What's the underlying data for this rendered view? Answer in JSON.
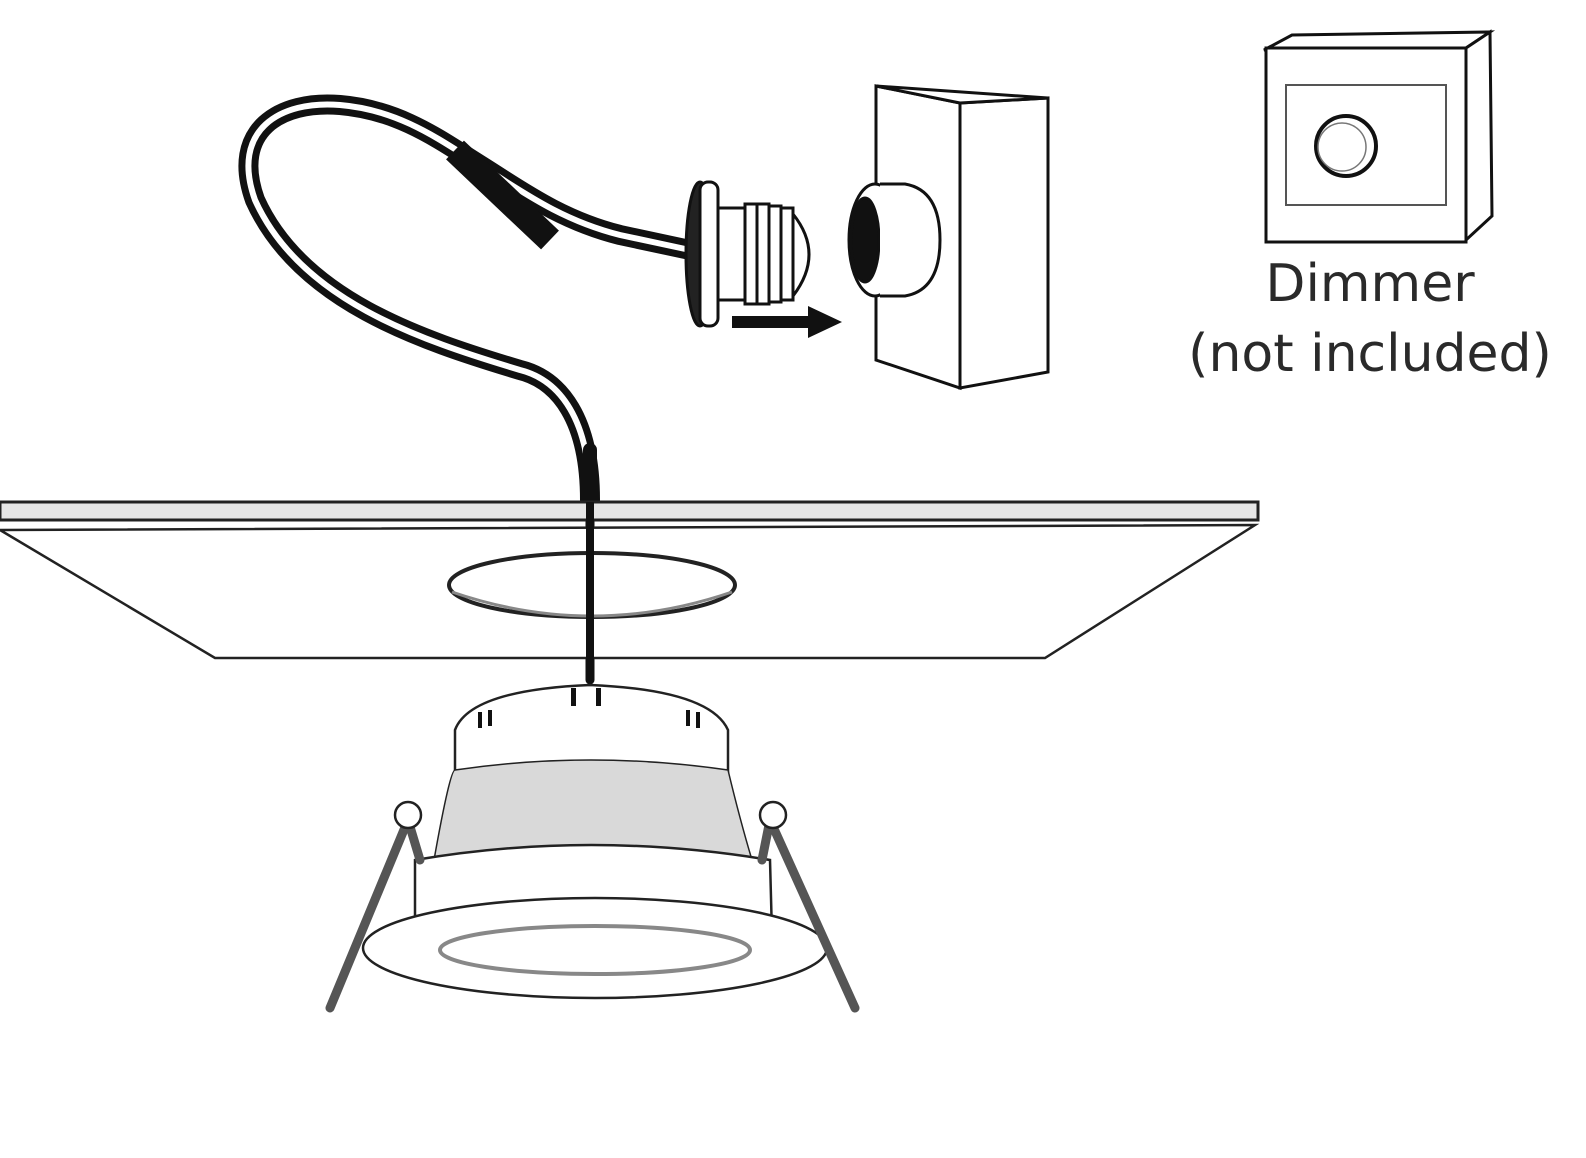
{
  "diagram": {
    "type": "installation-illustration",
    "components": {
      "cable": "power-cable-icon",
      "plug": "screw-plug-icon",
      "arrow": "insert-arrow-icon",
      "junction_box": "junction-box-icon",
      "dimmer": "dimmer-switch-icon",
      "ceiling": "ceiling-panel-icon",
      "downlight": "led-downlight-icon"
    },
    "labels": {
      "dimmer_title": "Dimmer",
      "dimmer_note": "(not included)"
    },
    "colors": {
      "line": "#1a1a1a",
      "fill": "#ffffff",
      "shade": "#d9d9d9",
      "text": "#2a2a2a"
    }
  }
}
